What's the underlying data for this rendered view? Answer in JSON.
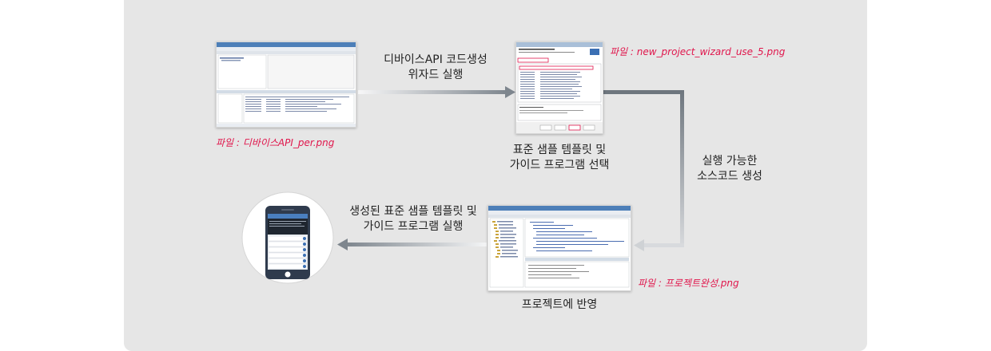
{
  "steps": {
    "step1": {
      "file_label": "파일 : 디바이스API_per.png"
    },
    "step2": {
      "file_label": "파일 : new_project_wizard_use_5.png",
      "caption_line1": "표준 샘플 템플릿 및",
      "caption_line2": "가이드 프로그램 선택"
    },
    "step3": {
      "file_label": "파일 : 프로젝트완성.png",
      "caption": "프로젝트에 반영"
    },
    "step4": {
      "name": "phone-screenshot"
    }
  },
  "arrows": {
    "a1_line1": "디바이스API 코드생성",
    "a1_line2": "위자드 실행",
    "a2_line1": "실행 가능한",
    "a2_line2": "소스코드 생성",
    "a3_line1": "생성된 표준 샘플 템플릿 및",
    "a3_line2": "가이드 프로그램 실행"
  },
  "colors": {
    "panel": "#e6e6e6",
    "file_label": "#e0164c",
    "arrow_dark": "#808890",
    "arrow_light": "#f4f5f6"
  }
}
